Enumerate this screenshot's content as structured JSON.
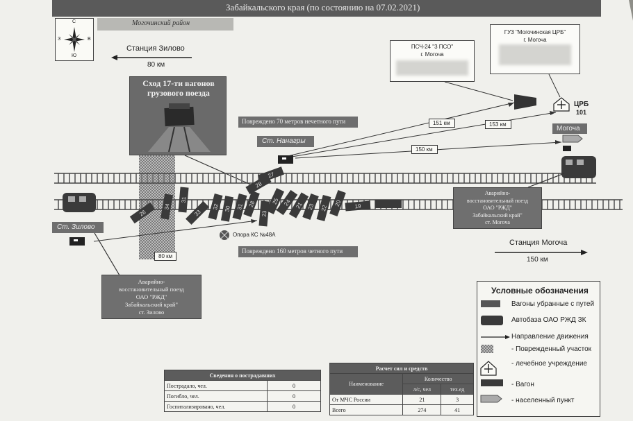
{
  "header": {
    "title": "Забайкальского края (по состоянию на 07.02.2021)"
  },
  "compass": {
    "n": "С",
    "s": "Ю",
    "w": "З",
    "e": "В"
  },
  "district": "Могочинский район",
  "zilovo_station": {
    "title": "Станция Зилово",
    "distance": "80 км"
  },
  "mogocha_station": {
    "title": "Станция Могоча",
    "distance": "150 км"
  },
  "derailment": {
    "title": "Сход 17-ти вагонов грузового поезда"
  },
  "damage_odd": "Повреждено 70 метров нечетного пути",
  "damage_even": "Повреждено 160 метров четного пути",
  "nanagry_label": "Ст. Нанагры",
  "zilovo_label": "Ст. Зилово",
  "mogocha_label": "Могоча",
  "pso_box": {
    "line1": "ПСЧ-24 \"3 ПСО\"",
    "line2": "г. Могоча"
  },
  "crb_box": {
    "line1": "ГУЗ \"Могочинская ЦРБ\"",
    "line2": "г. Могоча"
  },
  "crb_label": {
    "name": "ЦРБ",
    "num": "101"
  },
  "distances": {
    "d151": "151 км",
    "d153": "153 км",
    "d150": "150 км",
    "d80": "80 км"
  },
  "pillar": "Опора КС №48А",
  "repair_train_right": {
    "lines": [
      "Аварийно-",
      "восстановительный поезд",
      "ОАО \"РЖД\"",
      "Забайкальский край\"",
      "ст. Могоча"
    ]
  },
  "repair_train_left": {
    "lines": [
      "Аварийно-",
      "восстановительный поезд",
      "ОАО \"РЖД\"",
      "Забайкальский край\"",
      "ст. Зилово"
    ]
  },
  "wagons": [
    "26",
    "34",
    "31",
    "33",
    "32",
    "30",
    "31",
    "28",
    "23",
    "25",
    "24",
    "21",
    "23",
    "22",
    "20",
    "19",
    "27",
    "28"
  ],
  "legend": {
    "title": "Условные обозначения",
    "items": [
      "Вагоны убранные с путей",
      "Автобаза ОАО РЖД ЗК",
      "Направление движения",
      "- Поврежденный участок",
      "- лечебное учреждение",
      "- Вагон",
      "- населенный пункт"
    ]
  },
  "victims": {
    "title": "Сведения о пострадавших",
    "rows": [
      {
        "label": "Пострадало, чел.",
        "value": "0"
      },
      {
        "label": "Погибло, чел.",
        "value": "0"
      },
      {
        "label": "Госпитализировано, чел.",
        "value": "0"
      }
    ]
  },
  "forces": {
    "title": "Расчет сил и средств",
    "col_name": "Наименование",
    "col_qty": "Количество",
    "col_ls": "л/с, чел",
    "col_tech": "тех.ед",
    "rows": [
      {
        "label": "От МЧС России",
        "ls": "21",
        "tech": "3"
      },
      {
        "label": "Всего",
        "ls": "274",
        "tech": "41"
      }
    ]
  }
}
